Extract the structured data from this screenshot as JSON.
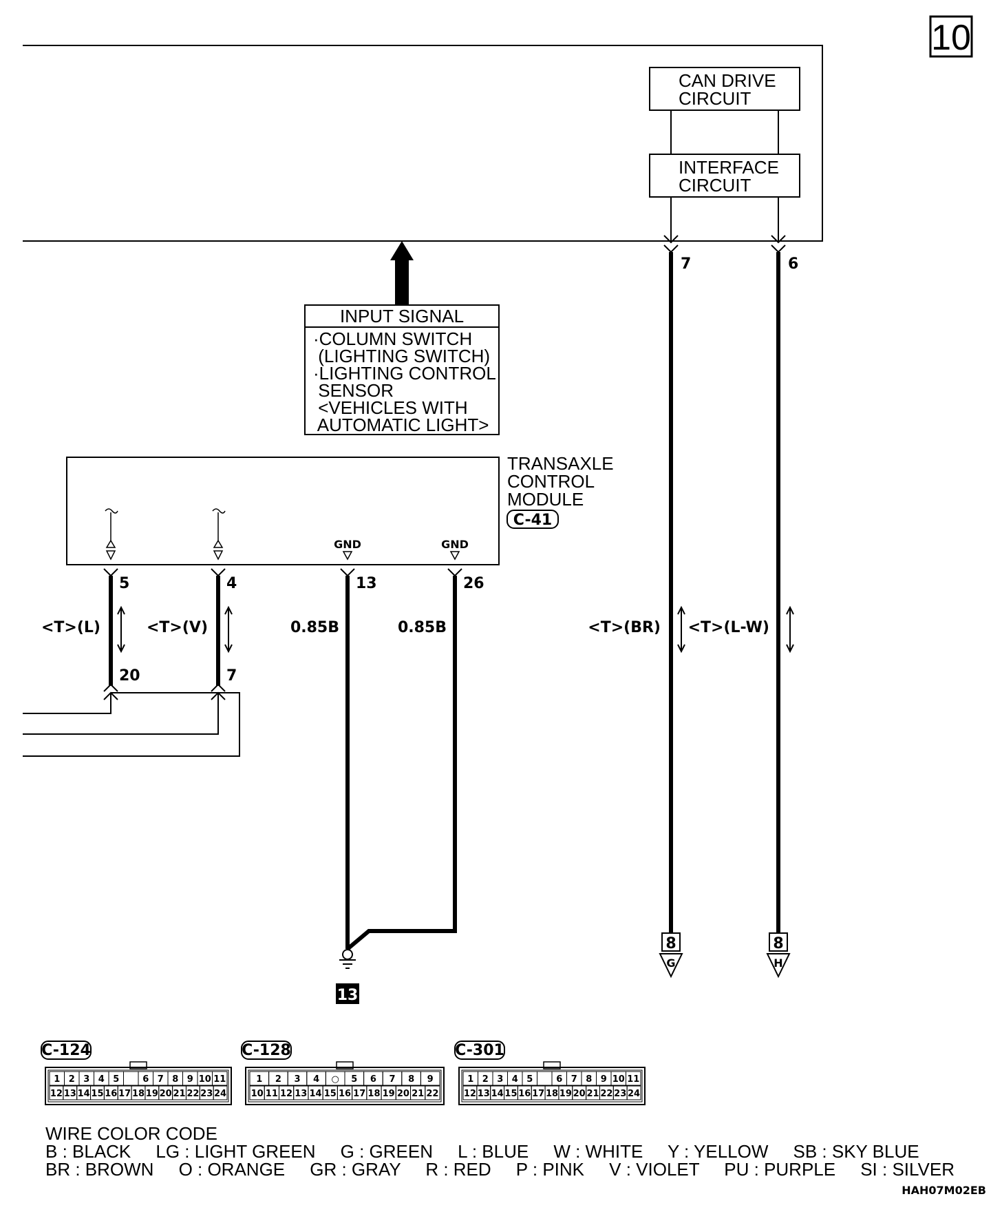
{
  "page_number": "10",
  "can_drive_circuit": [
    "CAN DRIVE",
    "CIRCUIT"
  ],
  "interface_circuit": [
    "INTERFACE",
    "CIRCUIT"
  ],
  "input_signal": {
    "title": "INPUT SIGNAL",
    "lines": [
      "·COLUMN SWITCH",
      " (LIGHTING SWITCH)",
      "·LIGHTING CONTROL",
      " SENSOR",
      " <VEHICLES WITH",
      " AUTOMATIC LIGHT>"
    ]
  },
  "tcm": {
    "name": [
      "TRANSAXLE",
      "CONTROL",
      "MODULE"
    ],
    "connector": "C-41",
    "gnd_label": "GND"
  },
  "pins": {
    "can_h": "7",
    "can_l": "6",
    "tcm_5": "5",
    "tcm_4": "4",
    "tcm_13": "13",
    "tcm_26": "26",
    "join_20": "20",
    "join_7": "7"
  },
  "wires": {
    "w5": "<T>(L)",
    "w4": "<T>(V)",
    "w13": "0.85B",
    "w26": "0.85B",
    "can_h": "<T>(BR)",
    "can_l": "<T>(L-W)"
  },
  "ground_ref": "13",
  "offpage": [
    {
      "page": "8",
      "letter": "G"
    },
    {
      "page": "8",
      "letter": "H"
    }
  ],
  "connectors": [
    {
      "name": "C-124",
      "top": [
        "1",
        "2",
        "3",
        "4",
        "5",
        "",
        "6",
        "7",
        "8",
        "9",
        "10",
        "11"
      ],
      "bottom": [
        "12",
        "13",
        "14",
        "15",
        "16",
        "17",
        "18",
        "19",
        "20",
        "21",
        "22",
        "23",
        "24"
      ]
    },
    {
      "name": "C-128",
      "top": [
        "1",
        "2",
        "3",
        "4",
        "○",
        "5",
        "6",
        "7",
        "8",
        "9"
      ],
      "bottom": [
        "10",
        "11",
        "12",
        "13",
        "14",
        "15",
        "16",
        "17",
        "18",
        "19",
        "20",
        "21",
        "22"
      ]
    },
    {
      "name": "C-301",
      "top": [
        "1",
        "2",
        "3",
        "4",
        "5",
        "",
        "6",
        "7",
        "8",
        "9",
        "10",
        "11"
      ],
      "bottom": [
        "12",
        "13",
        "14",
        "15",
        "16",
        "17",
        "18",
        "19",
        "20",
        "21",
        "22",
        "23",
        "24"
      ]
    }
  ],
  "wire_color_code": {
    "title": "WIRE COLOR CODE",
    "row1": "B : BLACK     LG : LIGHT GREEN     G : GREEN     L : BLUE     W : WHITE     Y : YELLOW     SB : SKY BLUE",
    "row2": "BR : BROWN     O : ORANGE     GR : GRAY     R : RED     P : PINK     V : VIOLET     PU : PURPLE     SI : SILVER"
  },
  "figure_code": "HAH07M02EB"
}
